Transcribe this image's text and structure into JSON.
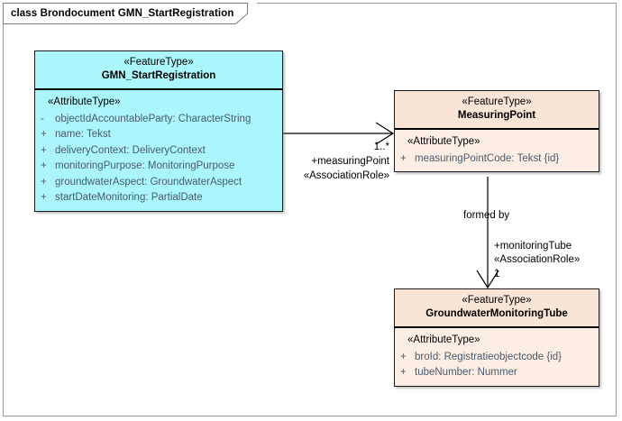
{
  "frame": {
    "title": "class Brondocument GMN_StartRegistration"
  },
  "classes": [
    {
      "id": "gmn-startregistration",
      "stereotype": "«FeatureType»",
      "name": "GMN_StartRegistration",
      "attribute_stereotype": "«AttributeType»",
      "attributes": [
        {
          "visibility": "-",
          "text": "objectIdAccountableParty: CharacterString"
        },
        {
          "visibility": "+",
          "text": "name: Tekst"
        },
        {
          "visibility": "+",
          "text": "deliveryContext: DeliveryContext"
        },
        {
          "visibility": "+",
          "text": "monitoringPurpose: MonitoringPurpose"
        },
        {
          "visibility": "+",
          "text": "groundwaterAspect: GroundwaterAspect"
        },
        {
          "visibility": "+",
          "text": "startDateMonitoring: PartialDate"
        }
      ],
      "fill": "#aaf6fa"
    },
    {
      "id": "measuringpoint",
      "stereotype": "«FeatureType»",
      "name": "MeasuringPoint",
      "attribute_stereotype": "«AttributeType»",
      "attributes": [
        {
          "visibility": "+",
          "text": "measuringPointCode: Tekst {id}"
        }
      ],
      "fill": "#f9e4d6"
    },
    {
      "id": "groundwatermonitoringtube",
      "stereotype": "«FeatureType»",
      "name": "GroundwaterMonitoringTube",
      "attribute_stereotype": "«AttributeType»",
      "attributes": [
        {
          "visibility": "+",
          "text": "broId: Registratieobjectcode {id}"
        },
        {
          "visibility": "+",
          "text": "tubeNumber: Nummer"
        }
      ],
      "fill": "#f9e4d6"
    }
  ],
  "associations": [
    {
      "id": "assoc-startregistration-measuringpoint",
      "multiplicity": "1..*",
      "role": "+measuringPoint",
      "stereotype": "«AssociationRole»"
    },
    {
      "id": "assoc-measuringpoint-monitoringtube",
      "name": "formed by",
      "role": "+monitoringTube",
      "stereotype": "«AssociationRole»",
      "multiplicity": "1"
    }
  ],
  "colors": {
    "featuretype_fill": "#aaf6fa",
    "measuringpoint_fill": "#f9e4d6",
    "attribute_text": "#4a5a6e",
    "border": "#1a1a1a",
    "frame_border": "#9a9a9a"
  }
}
